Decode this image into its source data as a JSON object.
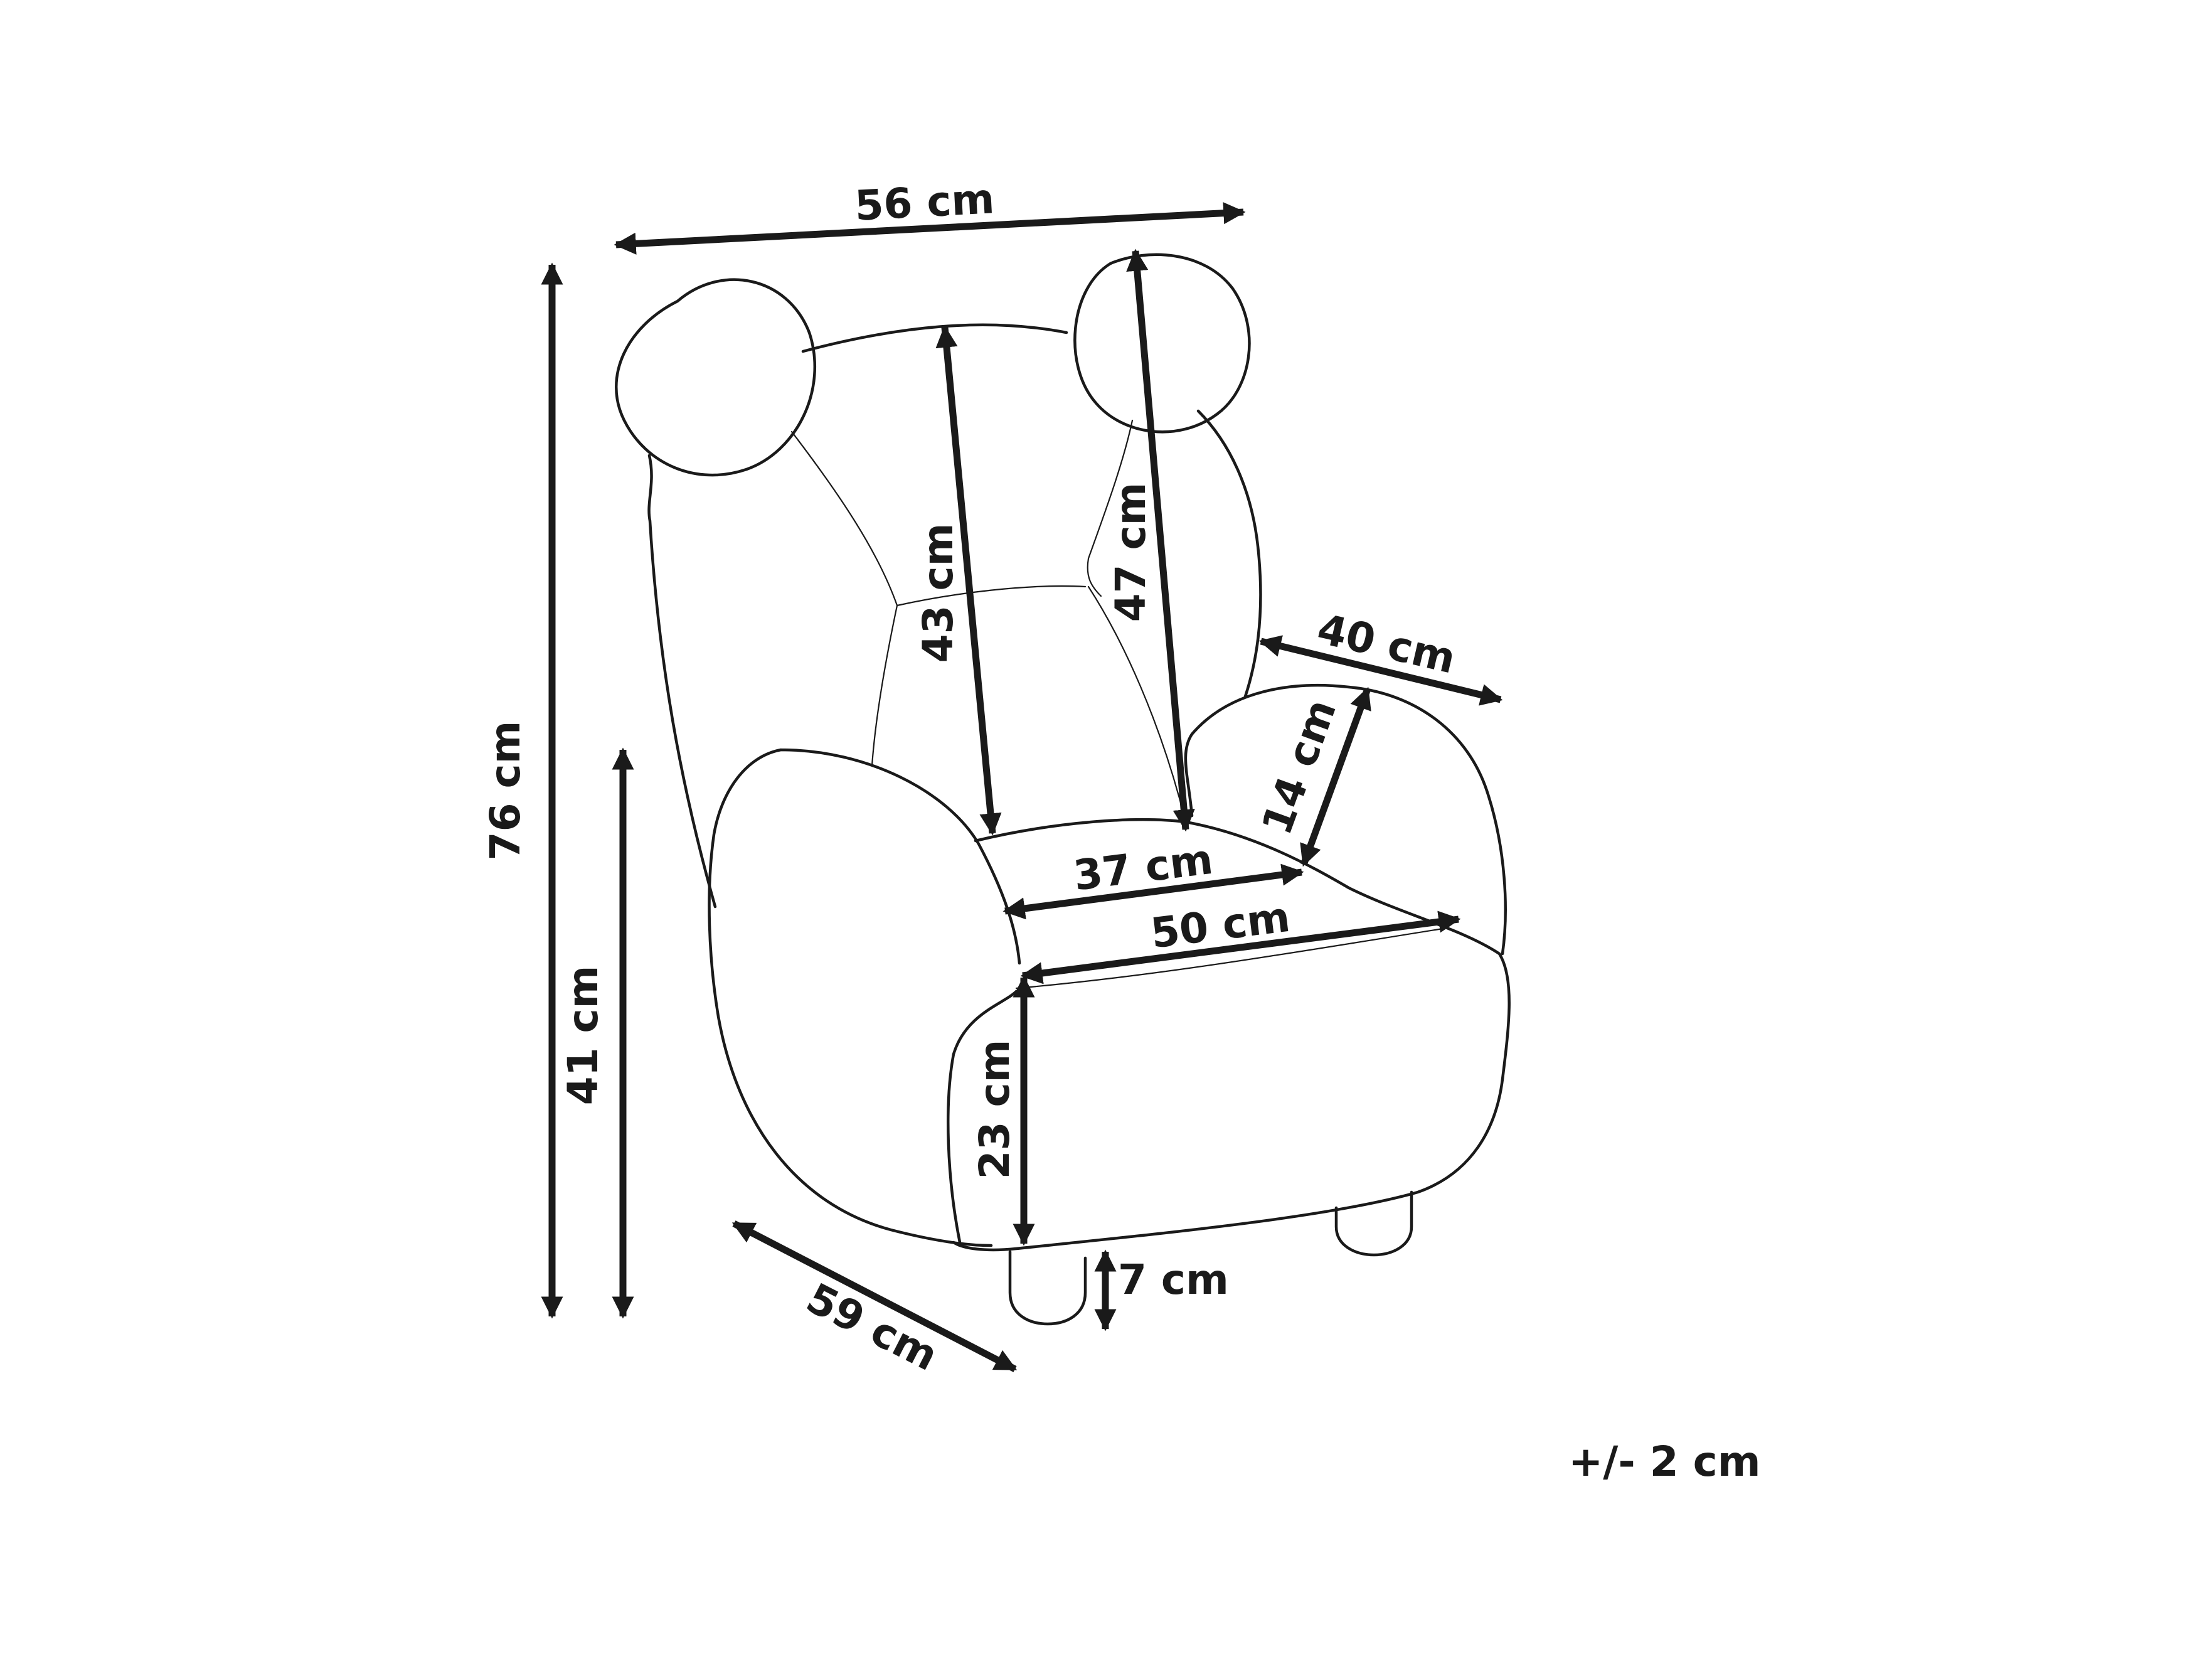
{
  "dimensions": {
    "width": "56 cm",
    "height_total": "76 cm",
    "seat_height": "41 cm",
    "depth": "59 cm",
    "back_height": "43 cm",
    "wing_height": "47 cm",
    "arm_depth": "40 cm",
    "arm_height": "14 cm",
    "seat_width_inner": "37 cm",
    "seat_width": "50 cm",
    "seat_cushion": "23 cm",
    "leg_height": "7 cm"
  },
  "tolerance": "+/- 2 cm",
  "line_color": "#1a1a1a"
}
